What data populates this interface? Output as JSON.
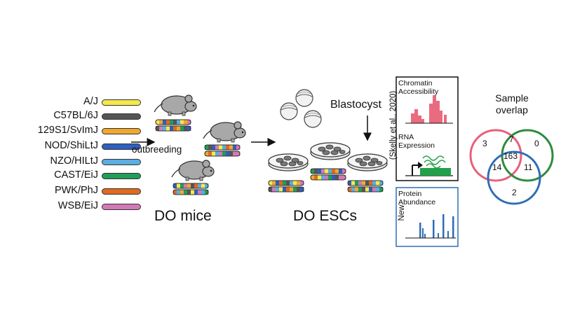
{
  "strains": [
    {
      "name": "A/J",
      "color": "#f5e94a"
    },
    {
      "name": "C57BL/6J",
      "color": "#555555"
    },
    {
      "name": "129S1/SvImJ",
      "color": "#f0a830"
    },
    {
      "name": "NOD/ShiLtJ",
      "color": "#2f5fbf"
    },
    {
      "name": "NZO/HILtJ",
      "color": "#5aaee0"
    },
    {
      "name": "CAST/EiJ",
      "color": "#1f9e5a"
    },
    {
      "name": "PWK/PhJ",
      "color": "#e06a1e"
    },
    {
      "name": "WSB/EiJ",
      "color": "#d27ab8"
    }
  ],
  "labels": {
    "outbreeding": "outbreeding",
    "do_mice": "DO mice",
    "do_escs": "DO ESCs",
    "blastocyst": "Blastocyst",
    "citation": "(Skelly et al., 2020)",
    "new": "New"
  },
  "panels": {
    "chromatin": [
      "Chromatin",
      "Accessibility"
    ],
    "rna": [
      "RNA",
      "Expression"
    ],
    "protein": [
      "Protein",
      "Abundance"
    ]
  },
  "venn": {
    "title": [
      "Sample",
      "overlap"
    ],
    "only_a": "3",
    "only_b": "0",
    "only_c": "2",
    "ab": "7",
    "ac": "14",
    "bc": "11",
    "abc": "163",
    "colors": {
      "a": "#e8607a",
      "b": "#2e8b3a",
      "c": "#2f6db5"
    }
  }
}
